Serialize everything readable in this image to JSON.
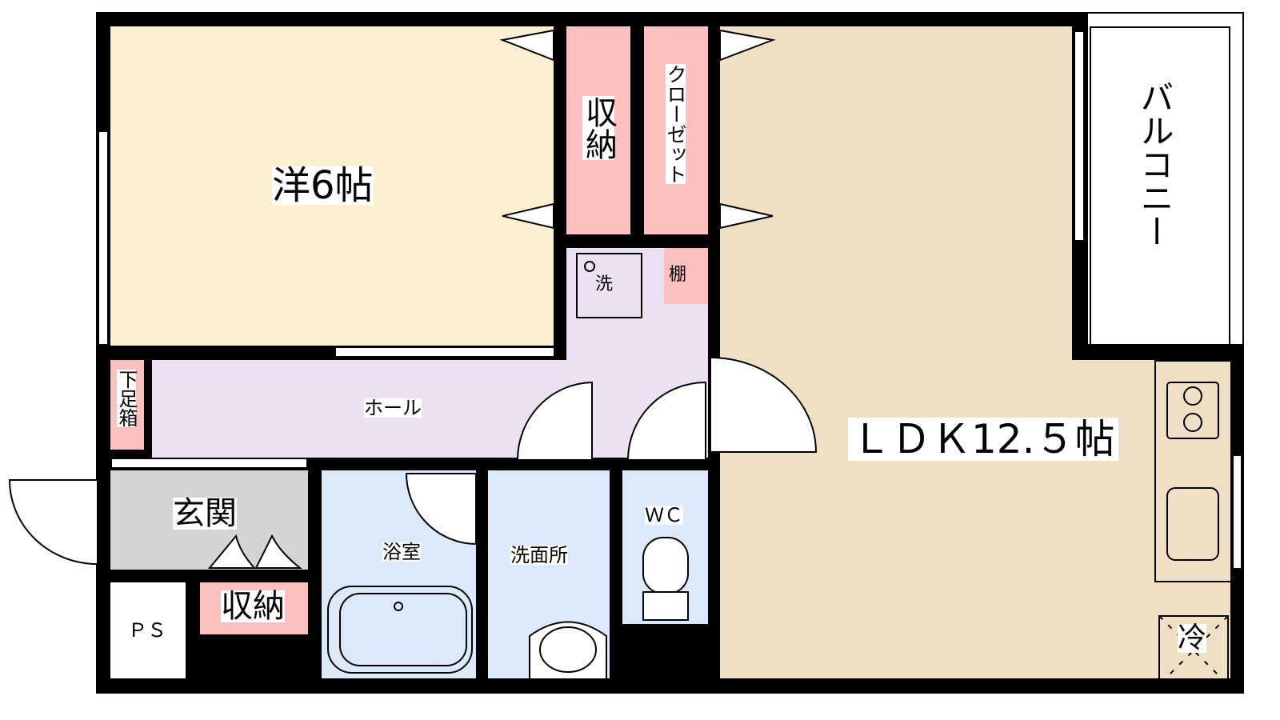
{
  "rooms": {
    "western": "洋6帖",
    "storage_top": "収納",
    "closet": "クローゼット",
    "balcony": "バルコニー",
    "washer": "洗",
    "shelf": "棚",
    "hall": "ホール",
    "shoe_box": "下足箱",
    "ldk": "ＬＤＫ12.５帖",
    "entrance": "玄関",
    "storage_bottom": "収納",
    "ps": "ＰＳ",
    "bath": "浴室",
    "washroom": "洗面所",
    "wc": "ＷＣ",
    "fridge": "冷"
  },
  "colors": {
    "western": "#fdf0d0",
    "storage": "#fcc0c0",
    "ldk": "#eedfc5",
    "hall": "#ece0f3",
    "entrance": "#d4d4d4",
    "wet": "#dbe9fb",
    "wall": "#000000"
  }
}
